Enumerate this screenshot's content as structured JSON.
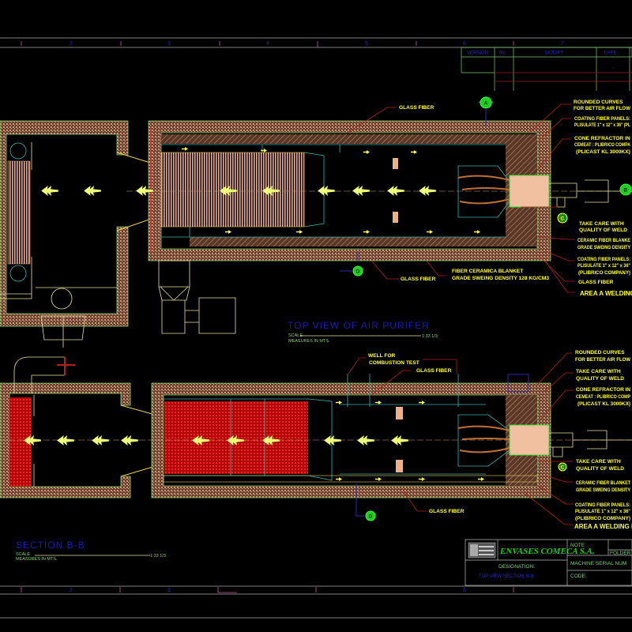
{
  "border": {
    "grid_numbers_top": [
      "2",
      "3",
      "4",
      "5",
      "6",
      "7"
    ],
    "grid_numbers_bottom": [
      "2",
      "3",
      "6"
    ]
  },
  "revision_table": {
    "headers": [
      "VERSION",
      "No.",
      "MODIFY",
      "DATE"
    ],
    "rows": [
      [
        "",
        "",
        "",
        "-"
      ],
      [
        "",
        "",
        "",
        "-"
      ]
    ]
  },
  "top_view": {
    "title": "TOP VIEW OF AIR PURIFER",
    "scale_label": "SCALE",
    "scale_value": "1:33 1/3",
    "measures": "MEASURES IN MTS.",
    "section_markers": [
      "A",
      "B",
      "C",
      "D"
    ],
    "callouts": [
      {
        "lines": [
          "GLASS FIBER"
        ]
      },
      {
        "lines": [
          "ROUNDED CURVES",
          "FOR BETTER AIR FLOW"
        ]
      },
      {
        "lines": [
          "COATING FIBER PANELS:",
          "PLISULATE 1\" x 12\" x 36\" (PL"
        ]
      },
      {
        "lines": [
          "CONE REFRACTOR IN",
          "CEMEAT : PLIBRICO COMPA",
          "(PLICAST KL 3000KX)"
        ]
      },
      {
        "lines": [
          "TAKE CARE WITH",
          "QUALITY OF WELD"
        ]
      },
      {
        "lines": [
          "CERAMIC FIBER BLANKE",
          "GRADE SWEING DENSITY"
        ]
      },
      {
        "lines": [
          "COATING FIBER PANELS:",
          "PLISULATE 1\" x 12\" x 36\"",
          "(PLIBRICO COMPANY)"
        ]
      },
      {
        "lines": [
          "GLASS FIBER"
        ]
      },
      {
        "lines": [
          "AREA A WELDING I"
        ]
      },
      {
        "lines": [
          "GLASS FIBER"
        ]
      },
      {
        "lines": [
          "FIBER CERAMICA BLANKET",
          "GRADE SWEING DENSITY 128 KG/CM3"
        ]
      }
    ]
  },
  "section_view": {
    "title": "SECTION B-B",
    "scale_label": "SCALE",
    "scale_value": "1:33 1/3",
    "measures": "MEASURES IN MTS.",
    "section_markers": [
      "D",
      "C"
    ],
    "callouts": [
      {
        "lines": [
          "WELL FOR",
          "COMBUSTION TEST"
        ]
      },
      {
        "lines": [
          "GLASS FIBER"
        ]
      },
      {
        "lines": [
          "ROUNDED  CURVES",
          "FOR BETTER AIR FLOW"
        ]
      },
      {
        "lines": [
          "TAKE CARE WITH",
          "QUALITY OF WELD"
        ]
      },
      {
        "lines": [
          "CONE REFRACTOR IN",
          "CEMEAT : PLIBRICO COMP",
          "(PLICAST KL 3000KX)"
        ]
      },
      {
        "lines": [
          "TAKE CARE WITH",
          "QUALITY OF WELD"
        ]
      },
      {
        "lines": [
          "CERAMIC FIBER BLANKET",
          "GRADE SWEING DENSITY"
        ]
      },
      {
        "lines": [
          "COATING FIBER PANELS:",
          "PLISULATE 1\" x 12\" x 36\"",
          "(PLIBRICO COMPANY)"
        ]
      },
      {
        "lines": [
          "AREA A WELDING RE"
        ]
      },
      {
        "lines": [
          "GLASS FIBER"
        ]
      }
    ]
  },
  "title_block": {
    "logo_text": "ENVASES COMECA S.A.",
    "company": "ENVASES COMECA S.A.",
    "designation_label": "DESIGNATION:",
    "designation": "TOP VIEW-SECTION B-B",
    "note_label": "NOTE",
    "folder_label": "FOLDER",
    "serial_label": "MACHINE SERIAL NUM",
    "code_label": "CODE:"
  },
  "colors": {
    "background": "#000000",
    "annotation": "#ffff33",
    "leader": "#b02020",
    "wall_outline": "#7fd06a",
    "title_blue": "#1c1cb0",
    "section_media_red": "#cc1010"
  }
}
